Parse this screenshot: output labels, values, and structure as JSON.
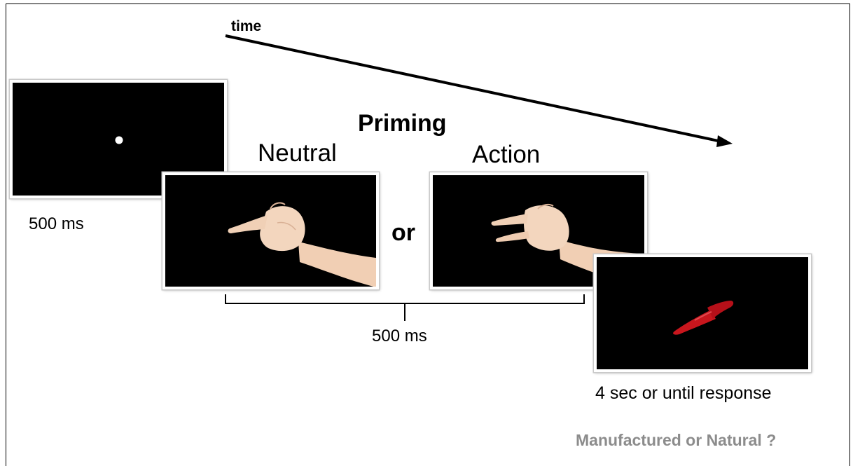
{
  "time_label": "time",
  "priming_heading": "Priming",
  "neutral_label": "Neutral",
  "action_label": "Action",
  "or_label": "or",
  "fixation_duration": "500 ms",
  "prime_duration": "500 ms",
  "target_duration": "4 sec or until response",
  "question": "Manufactured or Natural ?",
  "colors": {
    "screen_background": "#000000",
    "target_object": "#c8161d",
    "question_text": "#8c8c8c"
  },
  "icons": [
    "fixation-dot-icon",
    "neutral-hand-icon",
    "action-hand-icon",
    "red-object-icon",
    "time-arrow-icon"
  ]
}
